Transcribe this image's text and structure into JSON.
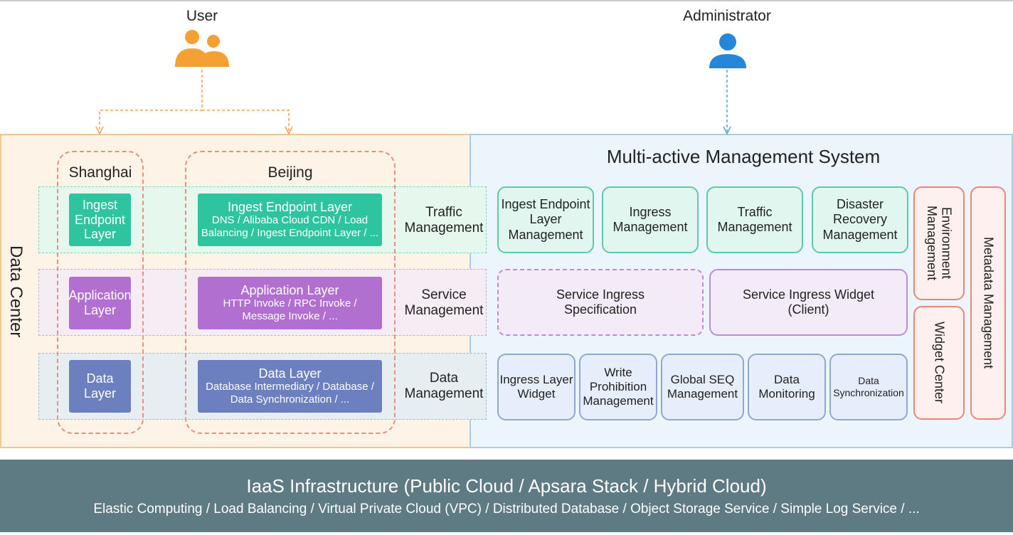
{
  "actors": {
    "user": "User",
    "administrator": "Administrator"
  },
  "data_center": {
    "label": "Data Center",
    "cities": [
      "Shanghai",
      "Beijing"
    ],
    "bands": [
      {
        "name": "Traffic Management",
        "shanghai": "Ingest Endpoint Layer",
        "beijing_title": "Ingest Endpoint Layer",
        "beijing_sub": "DNS / Alibaba Cloud CDN / Load Balancing / Ingest Endpoint Layer / ..."
      },
      {
        "name": "Service Management",
        "shanghai": "Application Layer",
        "beijing_title": "Application Layer",
        "beijing_sub": "HTTP Invoke / RPC Invoke / Message Invoke / ..."
      },
      {
        "name": "Data Management",
        "shanghai": "Data Layer",
        "beijing_title": "Data Layer",
        "beijing_sub": "Database Intermediary / Database / Data Synchronization / ..."
      }
    ]
  },
  "mms": {
    "title": "Multi-active Management System",
    "traffic": [
      "Ingest Endpoint Layer Management",
      "Ingress Management",
      "Traffic Management",
      "Disaster Recovery Management"
    ],
    "service": [
      "Service Ingress Specification",
      "Service Ingress Widget (Client)"
    ],
    "data": [
      "Ingress Layer Widget",
      "Write Prohibition Management",
      "Global SEQ Management",
      "Data Monitoring",
      "Data Synchronization"
    ],
    "side": {
      "environment": "Environment Management",
      "widget_center": "Widget Center",
      "metadata": "Metadata Management"
    }
  },
  "iaas": {
    "title": "IaaS Infrastructure (Public Cloud / Apsara Stack / Hybrid Cloud)",
    "subtitle": "Elastic Computing / Load Balancing / Virtual Private Cloud (VPC) / Distributed Database / Object Storage Service / Simple Log Service / ..."
  },
  "colors": {
    "user_icon": "#f5a032",
    "admin_icon": "#2487d8",
    "connector_user": "#f0a050",
    "connector_admin": "#5b9fd6"
  }
}
